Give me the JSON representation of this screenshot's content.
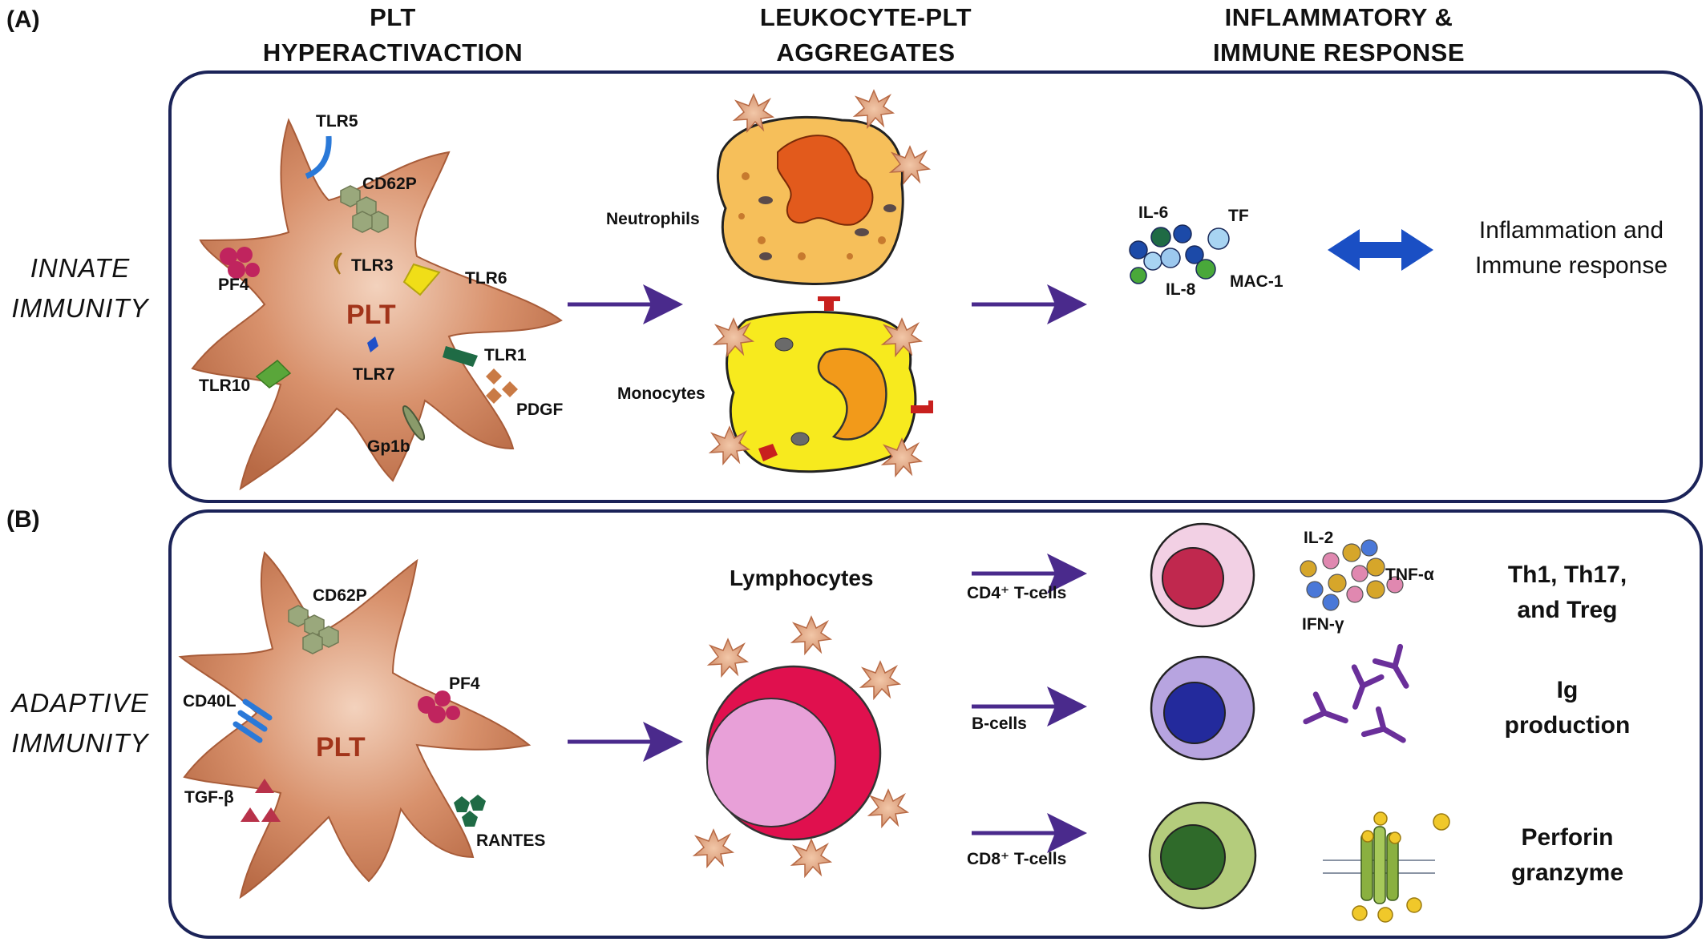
{
  "panel_a": {
    "letter": "(A)",
    "side_label_line1": "INNATE",
    "side_label_line2": "IMMUNITY",
    "headers": {
      "plt_line1": "PLT",
      "plt_line2": "HYPERACTIVACTION",
      "agg_line1": "LEUKOCYTE-PLT",
      "agg_line2": "AGGREGATES",
      "inf_line1": "INFLAMMATORY &",
      "inf_line2": "IMMUNE RESPONSE"
    },
    "platelet_center": "PLT",
    "markers": [
      "TLR5",
      "CD62P",
      "PF4",
      "TLR3",
      "TLR6",
      "TLR1",
      "TLR10",
      "TLR7",
      "PDGF",
      "Gp1b"
    ],
    "cells": {
      "neutrophils": "Neutrophils",
      "monocytes": "Monocytes"
    },
    "mediators": [
      "IL-6",
      "TF",
      "IL-8",
      "MAC-1"
    ],
    "outcome_line1": "Inflammation and",
    "outcome_line2": "Immune response"
  },
  "panel_b": {
    "letter": "(B)",
    "side_label_line1": "ADAPTIVE",
    "side_label_line2": "IMMUNITY",
    "platelet_center": "PLT",
    "markers": [
      "CD62P",
      "CD40L",
      "PF4",
      "TGF-β",
      "RANTES"
    ],
    "lymphocytes": "Lymphocytes",
    "branches": [
      {
        "label": "CD4⁺ T-cells",
        "cytokines": [
          "IL-2",
          "TNF-α",
          "IFN-γ"
        ],
        "outcome_line1": "Th1, Th17,",
        "outcome_line2": "and Treg"
      },
      {
        "label": "B-cells",
        "outcome_line1": "Ig",
        "outcome_line2": "production"
      },
      {
        "label": "CD8⁺ T-cells",
        "outcome_line1": "Perforin",
        "outcome_line2": "granzyme"
      }
    ]
  },
  "colors": {
    "panel_border": "#1b2358",
    "arrow": "#4a2a8c",
    "platelet": "#cf8a66",
    "double_arrow": "#1a4fc4"
  }
}
